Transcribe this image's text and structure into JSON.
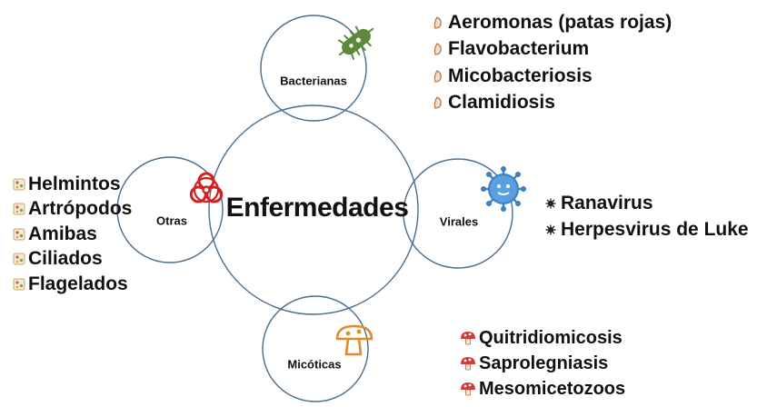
{
  "center": {
    "label": "Enfermedades"
  },
  "nodes": {
    "bacterianas": {
      "label": "Bacterianas",
      "items": [
        "Aeromonas (patas rojas)",
        "Flavobacterium",
        "Micobacteriosis",
        "Clamidiosis"
      ]
    },
    "virales": {
      "label": "Virales",
      "items": [
        "Ranavirus",
        "Herpesvirus de Luke"
      ]
    },
    "micoticas": {
      "label": "Micóticas",
      "items": [
        "Quitridiomicosis",
        "Saprolegniasis",
        "Mesomicetozoos"
      ]
    },
    "otras": {
      "label": "Otras",
      "items": [
        "Helmintos",
        "Artrópodos",
        "Amibas",
        "Ciliados",
        "Flagelados"
      ]
    }
  },
  "icons": {
    "bacterianas": "bacteria-icon",
    "virales": "virus-icon",
    "micoticas": "mushroom-icon",
    "otras": "biohazard-icon"
  },
  "colors": {
    "circle_stroke": "#4a6d8c",
    "bacteria": "#5c8a3a",
    "virus": "#3b7fc4",
    "mushroom": "#e08a2a",
    "biohazard": "#d42020",
    "bullet_mic": "#d23a3a"
  }
}
